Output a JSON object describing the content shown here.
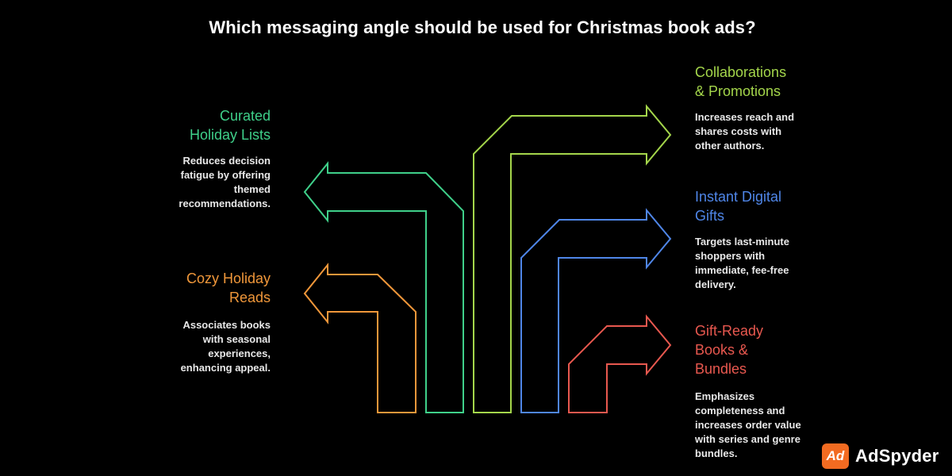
{
  "title": "Which messaging angle should be used for Christmas book ads?",
  "options": [
    {
      "key": "curated",
      "heading": "Curated\nHoliday Lists",
      "description": "Reduces decision\nfatigue by offering\nthemed\nrecommendations.",
      "color": "#3fd08a"
    },
    {
      "key": "cozy",
      "heading": "Cozy Holiday\nReads",
      "description": "Associates books\nwith seasonal\nexperiences,\nenhancing appeal.",
      "color": "#f0973a"
    },
    {
      "key": "collab",
      "heading": "Collaborations\n& Promotions",
      "description": "Increases reach and\nshares costs with\nother authors.",
      "color": "#a4d64b"
    },
    {
      "key": "instant",
      "heading": "Instant Digital\nGifts",
      "description": "Targets last-minute\nshoppers with\nimmediate, fee-free\ndelivery.",
      "color": "#4f86e8"
    },
    {
      "key": "gift",
      "heading": "Gift-Ready\nBooks &\nBundles",
      "description": "Emphasizes\ncompleteness and\nincreases order value\nwith series and genre\nbundles.",
      "color": "#e8584f"
    }
  ],
  "brand": {
    "mark": "Ad",
    "name": "AdSpyder",
    "color": "#f26b21"
  }
}
